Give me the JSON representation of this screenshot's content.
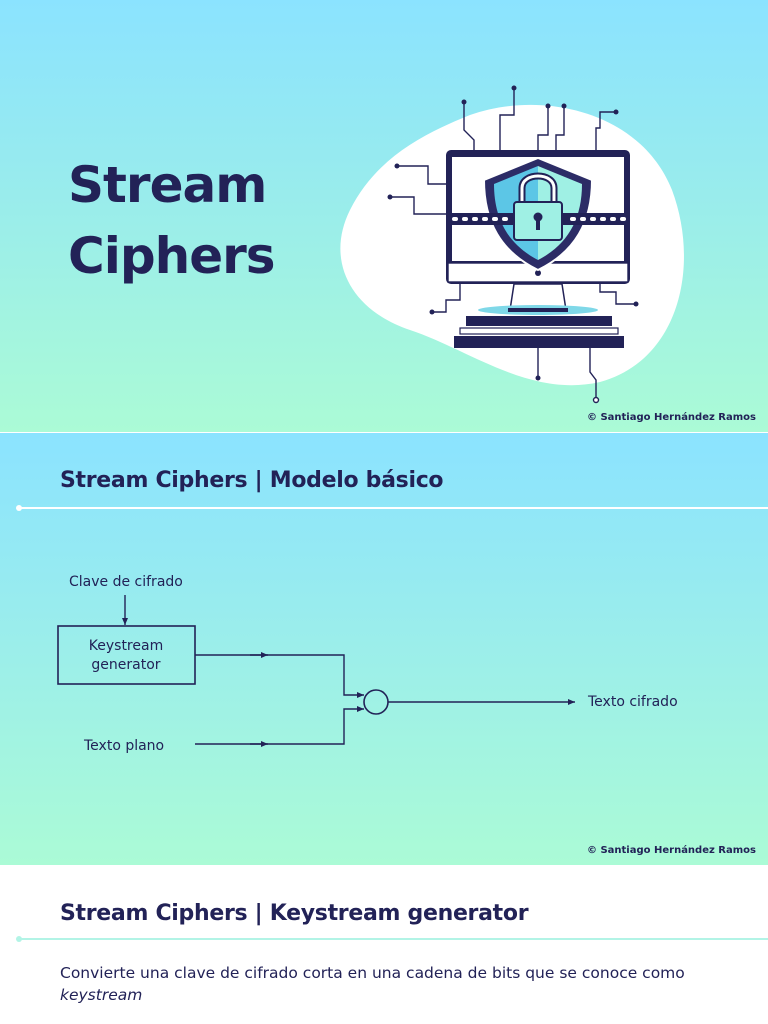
{
  "slides": [
    {
      "title_line1": "Stream",
      "title_line2": "Ciphers",
      "copyright": "© Santiago Hernández Ramos",
      "illustration_icon": "computer-shield-padlock-icon"
    },
    {
      "title": "Stream Ciphers | Modelo básico",
      "diagram": {
        "key_label": "Clave de cifrado",
        "generator_line1": "Keystream",
        "generator_line2": "generator",
        "plaintext_label": "Texto plano",
        "ciphertext_label": "Texto cifrado"
      },
      "copyright": "© Santiago Hernández Ramos"
    },
    {
      "title": "Stream Ciphers | Keystream generator",
      "body_text": "Convierte una clave de cifrado corta en una cadena de bits que se conoce como",
      "body_emphasis": "keystream"
    }
  ],
  "colors": {
    "navy": "#222257",
    "mint": "#a8f9d6",
    "sky": "#8be3ff",
    "white": "#ffffff"
  }
}
